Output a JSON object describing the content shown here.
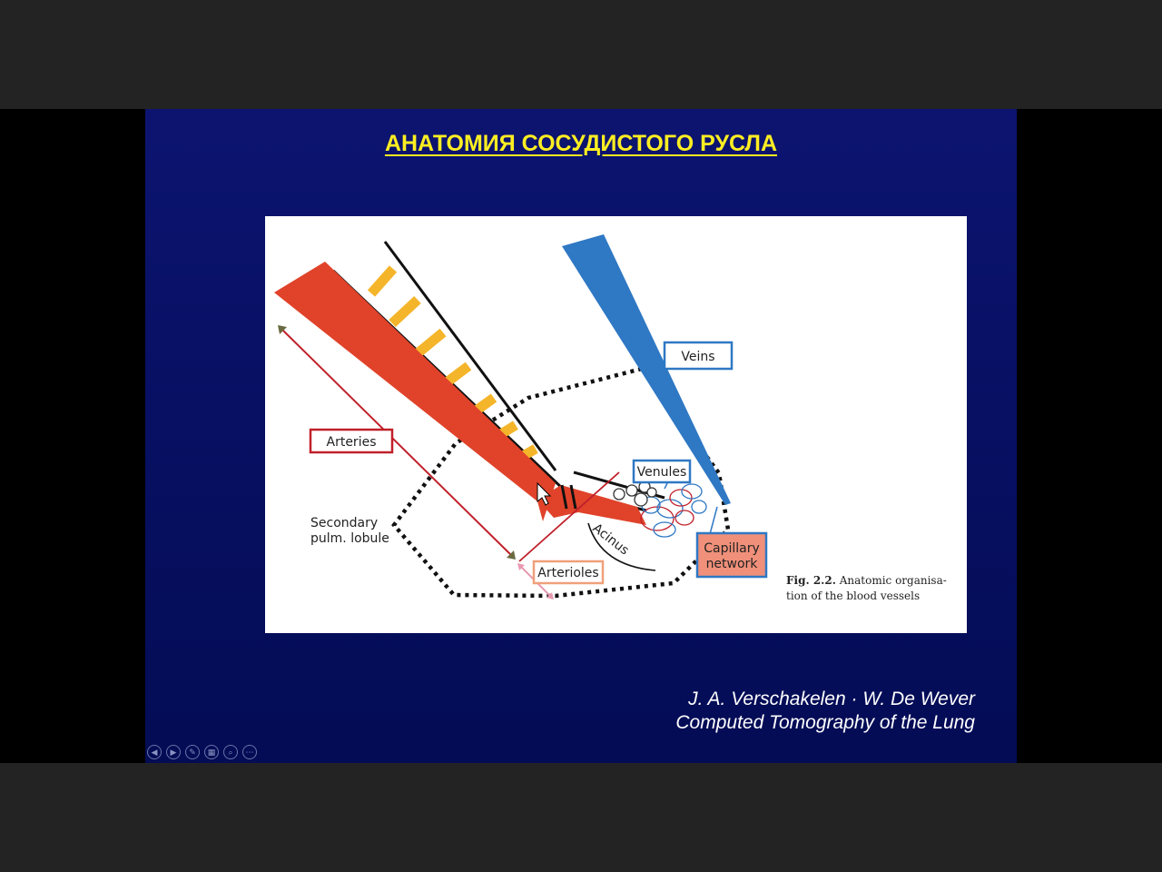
{
  "slide": {
    "title": "АНАТОМИЯ СОСУДИСТОГО РУСЛА",
    "credit_line1": "J. A. Verschakelen · W. De Wever",
    "credit_line2": "Computed Tomography of the Lung"
  },
  "figure": {
    "labels": {
      "veins": "Veins",
      "arteries": "Arteries",
      "venules": "Venules",
      "secondary_lobule_line1": "Secondary",
      "secondary_lobule_line2": "pulm. lobule",
      "acinus": "Acinus",
      "capillary_line1": "Capillary",
      "capillary_line2": "network",
      "arterioles": "Arterioles"
    },
    "caption_bold": "Fig. 2.2.",
    "caption_line1": "Anatomic organisa-",
    "caption_line2": "tion of the blood vessels"
  },
  "colors": {
    "slide_bg": "#0a1268",
    "title": "#ffee22",
    "artery": "#e0432a",
    "vein": "#2f78c4",
    "bronchus_rings": "#f5b52a",
    "capillary_fill": "#f0907a"
  },
  "controls": [
    {
      "icon": "previous-slide-icon",
      "glyph": "◀"
    },
    {
      "icon": "next-slide-icon",
      "glyph": "▶"
    },
    {
      "icon": "pen-icon",
      "glyph": "✎"
    },
    {
      "icon": "slides-grid-icon",
      "glyph": "▦"
    },
    {
      "icon": "zoom-icon",
      "glyph": "⌕"
    },
    {
      "icon": "more-options-icon",
      "glyph": "⋯"
    }
  ]
}
